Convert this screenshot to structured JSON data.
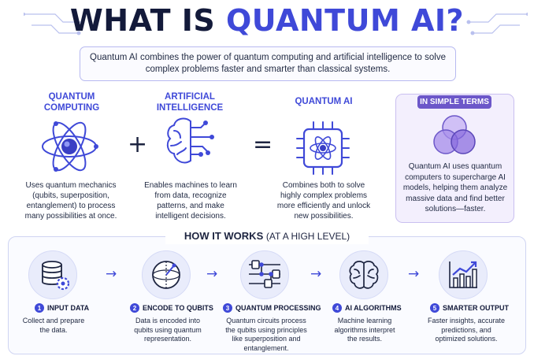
{
  "title": {
    "part1": "WHAT IS ",
    "part2": "QUANTUM AI?"
  },
  "intro": "Quantum AI combines the power of quantum computing and artificial intelligence to solve complex problems faster and smarter than classical systems.",
  "columns": [
    {
      "heading": "QUANTUM COMPUTING",
      "icon": "atom-icon",
      "desc": "Uses quantum mechanics (qubits, superposition, entanglement) to process many possibilities at once."
    },
    {
      "heading": "ARTIFICIAL INTELLIGENCE",
      "icon": "brain-circuit-icon",
      "desc": "Enables machines to learn from data, recognize patterns, and make intelligent decisions."
    },
    {
      "heading": "QUANTUM AI",
      "icon": "atom-chip-icon",
      "desc": "Combines both to solve highly complex problems more efficiently and unlock new possibilities."
    }
  ],
  "operators": {
    "plus": "+",
    "equals": "="
  },
  "simple_terms": {
    "badge": "IN SIMPLE TERMS",
    "icon": "venn-diagram-icon",
    "desc": "Quantum AI uses quantum computers to supercharge AI models, helping them analyze massive data and find better solutions—faster."
  },
  "how": {
    "title": "HOW IT WORKS",
    "subtitle": "(AT A HIGH LEVEL)",
    "arrow": "→",
    "steps": [
      {
        "num": "1",
        "label": "INPUT DATA",
        "icon": "database-gear-icon",
        "desc": "Collect and prepare the data."
      },
      {
        "num": "2",
        "label": "ENCODE TO QUBITS",
        "icon": "bloch-sphere-icon",
        "desc": "Data is encoded into qubits using quantum representation."
      },
      {
        "num": "3",
        "label": "QUANTUM PROCESSING",
        "icon": "quantum-circuit-icon",
        "desc": "Quantum circuits process the qubits using principles like superposition and entanglement."
      },
      {
        "num": "4",
        "label": "AI ALGORITHMS",
        "icon": "brain-icon",
        "desc": "Machine learning algorithms interpret the results."
      },
      {
        "num": "5",
        "label": "SMARTER OUTPUT",
        "icon": "growth-chart-icon",
        "desc": "Faster insights, accurate predictions, and optimized solutions."
      }
    ]
  },
  "colors": {
    "accent": "#3f49d8",
    "dark": "#131a3a",
    "purple": "#6c57c9",
    "panel": "#f3effd"
  }
}
